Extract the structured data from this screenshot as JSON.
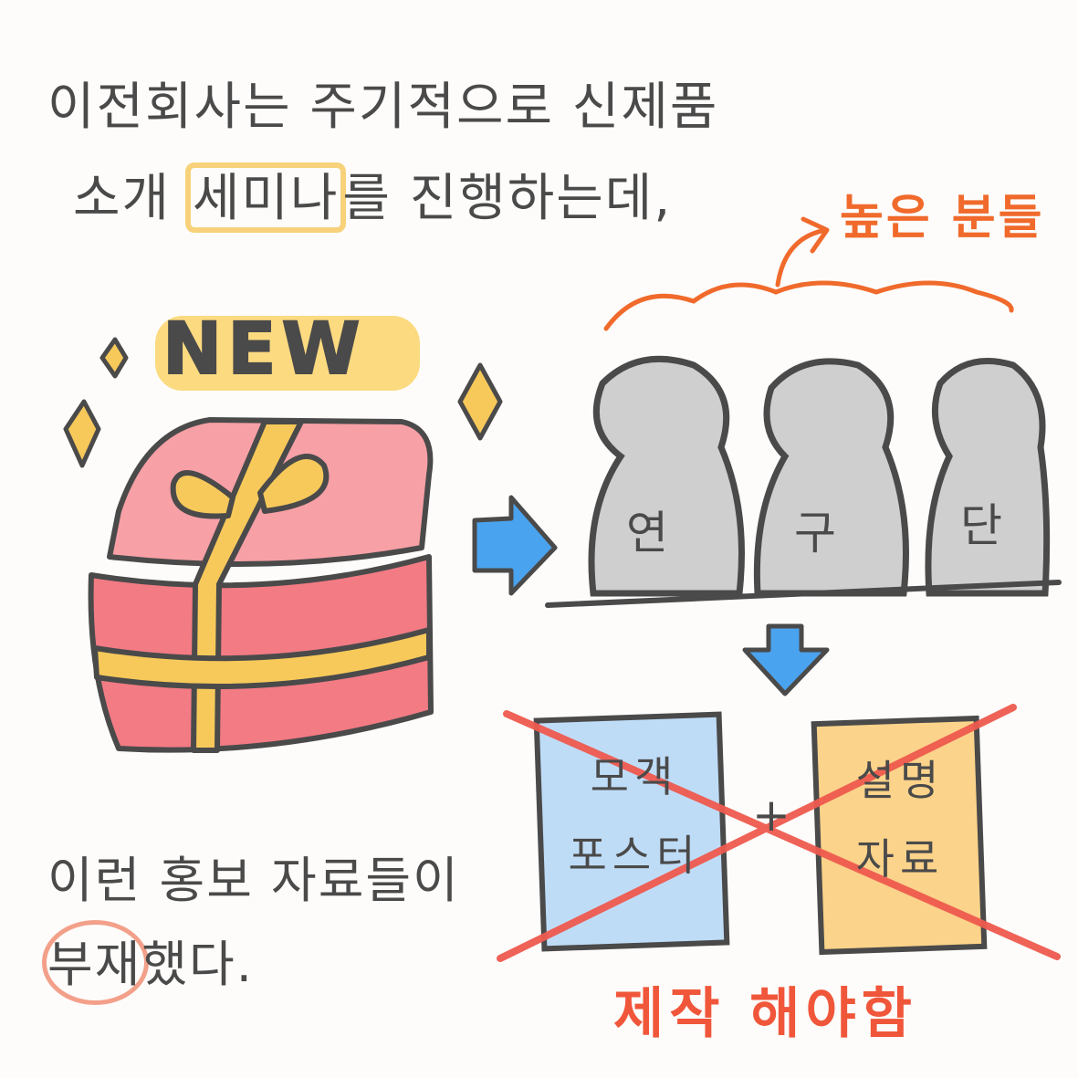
{
  "text": {
    "line1": "이전회사는 주기적으로 신제품",
    "line2_prefix": "소개 ",
    "line2_highlight": "세미나",
    "line2_suffix": "를 진행하는데,",
    "line3": "이런 홍보 자료들이",
    "line4_highlight": "부재",
    "line4_suffix": "했다."
  },
  "gift": {
    "label": "NEW"
  },
  "research_team": {
    "annotation": "높은 분들",
    "figures": [
      "연",
      "구",
      "단"
    ]
  },
  "documents": {
    "left": {
      "line1": "모객",
      "line2": "포스터"
    },
    "plus": "+",
    "right": {
      "line1": "설명",
      "line2": "자료"
    },
    "note": "제작 해야함"
  },
  "colors": {
    "ink": "#4a4a4a",
    "highlight_yellow": "#f7d27a",
    "highlight_pink": "#f3a08a",
    "gift_red": "#f27b84",
    "ribbon_yellow": "#f7c95a",
    "arrow_blue": "#4aa3ee",
    "poster_blue": "#bfdcf7",
    "paper_orange": "#fbd38a",
    "cross_red": "#ef5a4f",
    "orange_note": "#f06a2c"
  }
}
